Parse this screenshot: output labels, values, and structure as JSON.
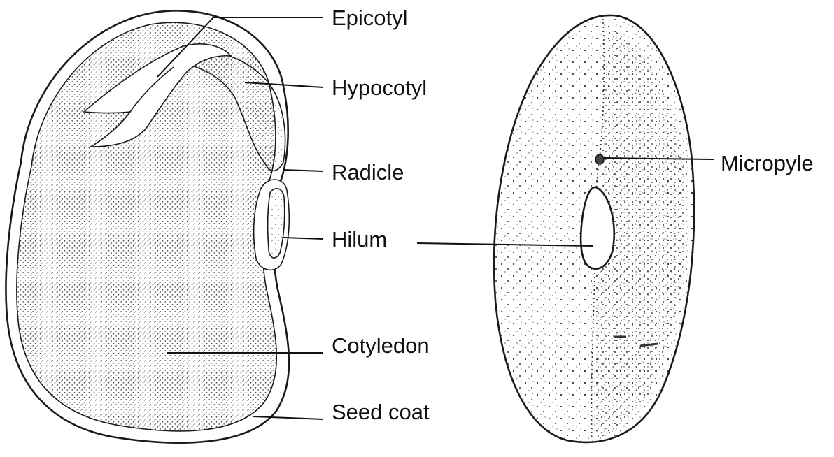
{
  "colors": {
    "ink": "#111111",
    "paper": "#ffffff",
    "stipple": "#3a3a3a"
  },
  "labels": {
    "epicotyl": "Epicotyl",
    "hypocotyl": "Hypocotyl",
    "radicle": "Radicle",
    "hilum": "Hilum",
    "cotyledon": "Cotyledon",
    "seed_coat": "Seed coat",
    "micropyle": "Micropyle"
  }
}
